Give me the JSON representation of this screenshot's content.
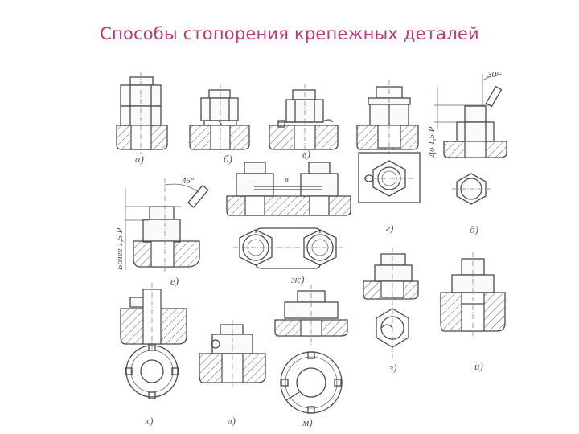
{
  "title": "Способы стопорения крепежных деталей",
  "figures": [
    {
      "id": "a",
      "label": "а)"
    },
    {
      "id": "b",
      "label": "б)"
    },
    {
      "id": "v",
      "label": "в)"
    },
    {
      "id": "g",
      "label": "г)"
    },
    {
      "id": "d",
      "label": "д)"
    },
    {
      "id": "e",
      "label": "е)"
    },
    {
      "id": "zh",
      "label": "ж)"
    },
    {
      "id": "z",
      "label": "з)"
    },
    {
      "id": "i",
      "label": "и)"
    },
    {
      "id": "k",
      "label": "к)"
    },
    {
      "id": "l",
      "label": "л)"
    },
    {
      "id": "m",
      "label": "м)"
    }
  ],
  "annotations": {
    "angle_30": "30°",
    "angle_45": "45°",
    "dim_d": "До 1,5 P",
    "dim_e": "Более 1,5 P",
    "wire_label": "в"
  },
  "colors": {
    "title": "#c0396b",
    "line": "#4a4a4a"
  }
}
